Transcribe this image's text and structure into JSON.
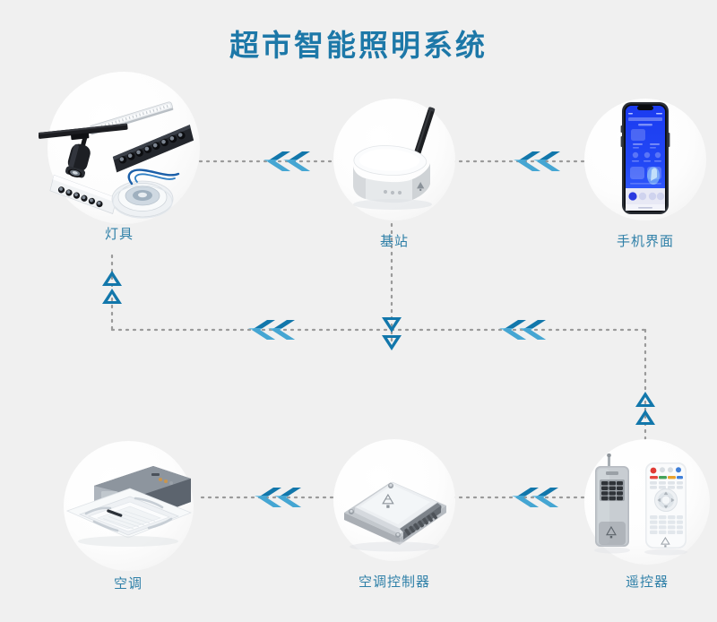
{
  "page": {
    "title": "超市智能照明系统",
    "background_color": "#f0f0f0",
    "title_color": "#1d78a8",
    "label_color": "#2f80a8",
    "arrow_color": "#1277ab",
    "arrow_highlight_color": "#57b6e0",
    "dot_color": "#9a9a9a"
  },
  "nodes": {
    "lighting": {
      "label": "灯具",
      "icon": "lighting-fixtures-icon"
    },
    "basestation": {
      "label": "基站",
      "icon": "base-station-icon"
    },
    "phone": {
      "label": "手机界面",
      "icon": "smartphone-app-icon"
    },
    "ac": {
      "label": "空调",
      "icon": "air-conditioner-icon"
    },
    "accontrol": {
      "label": "空调控制器",
      "icon": "ac-controller-icon"
    },
    "remote": {
      "label": "遥控器",
      "icon": "remote-control-icon"
    }
  },
  "chart_data": {
    "type": "diagram",
    "title": "超市智能照明系统",
    "nodes": [
      {
        "id": "lighting",
        "label": "灯具",
        "row": "top",
        "col": "left"
      },
      {
        "id": "basestation",
        "label": "基站",
        "row": "top",
        "col": "center"
      },
      {
        "id": "phone",
        "label": "手机界面",
        "row": "top",
        "col": "right"
      },
      {
        "id": "ac",
        "label": "空调",
        "row": "bottom",
        "col": "left"
      },
      {
        "id": "accontrol",
        "label": "空调控制器",
        "row": "bottom",
        "col": "center"
      },
      {
        "id": "remote",
        "label": "遥控器",
        "row": "bottom",
        "col": "right"
      }
    ],
    "edges": [
      {
        "from": "basestation",
        "to": "lighting",
        "style": "dotted",
        "arrow": "double-chevron-left"
      },
      {
        "from": "phone",
        "to": "basestation",
        "style": "dotted",
        "arrow": "double-chevron-left"
      },
      {
        "from": "basestation",
        "to": "midbus",
        "style": "dotted",
        "arrow": "double-chevron-down"
      },
      {
        "from": "midbus",
        "to": "lighting",
        "style": "dotted",
        "arrow": "double-chevron-up"
      },
      {
        "from": "midbus",
        "to": "midbus-left",
        "style": "dotted",
        "arrow": "double-chevron-left"
      },
      {
        "from": "remote",
        "to": "midbus",
        "style": "dotted",
        "arrow": "double-chevron-up"
      },
      {
        "from": "accontrol",
        "to": "ac",
        "style": "dotted",
        "arrow": "double-chevron-left"
      },
      {
        "from": "remote",
        "to": "accontrol",
        "style": "dotted",
        "arrow": "double-chevron-left"
      }
    ]
  }
}
